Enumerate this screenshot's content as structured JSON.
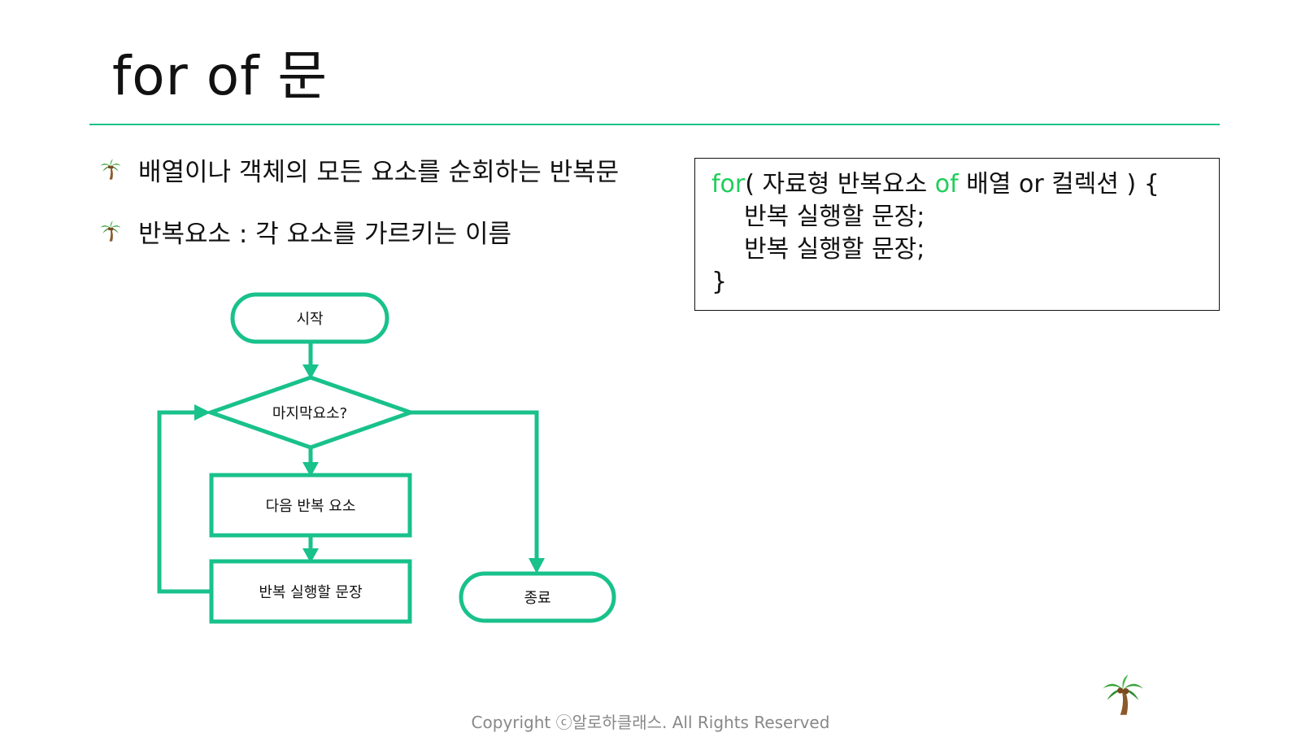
{
  "slide": {
    "title": "for of 문",
    "bullets": [
      "배열이나 객체의 모든 요소를 순회하는 반복문",
      "반복요소 : 각 요소를 가르키는 이름"
    ]
  },
  "code": {
    "line1": {
      "kw1": "for",
      "t1": "( 자료형 반복요소 ",
      "kw2": "of",
      "t2": " 배열 or 컬렉션 ) {"
    },
    "line2": "반복 실행할 문장;",
    "line3": "반복 실행할 문장;",
    "line4": "}"
  },
  "flowchart": {
    "start": "시작",
    "decision": "마지막요소?",
    "next": "다음 반복 요소",
    "body": "반복 실행할 문장",
    "end": "종료"
  },
  "footer": "Copyright ⓒ알로하클래스. All Rights Reserved",
  "colors": {
    "accent": "#19c18b",
    "keyword": "#1fce5a",
    "footer": "#888888"
  },
  "icons": [
    "palm-tree-icon"
  ]
}
